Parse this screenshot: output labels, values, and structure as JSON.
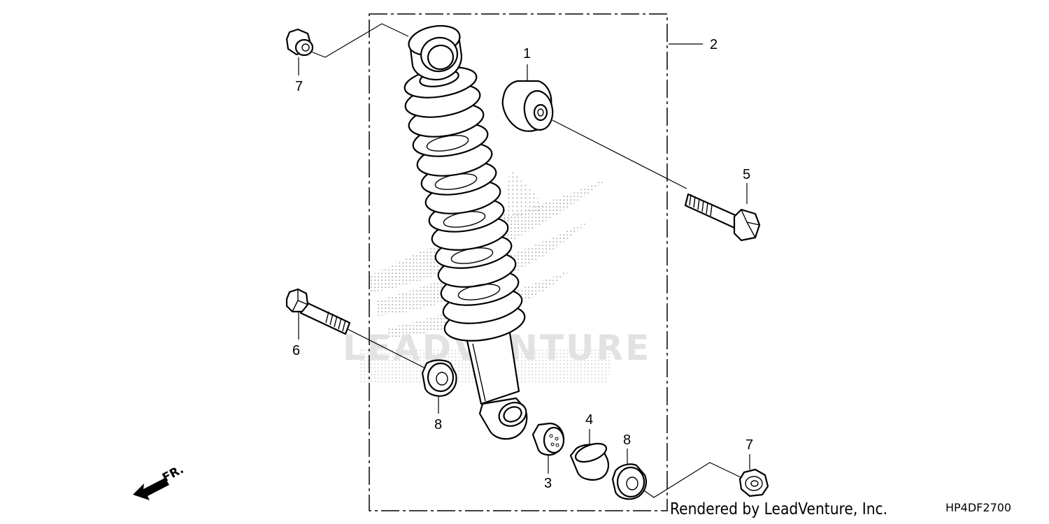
{
  "diagram": {
    "watermark_text": "LEADVENTURE",
    "brand_logo": "honda-wing-logo",
    "direction_indicator": "FR.",
    "callouts": [
      "1",
      "2",
      "3",
      "4",
      "5",
      "6",
      "7",
      "7",
      "8",
      "8"
    ]
  },
  "footer": {
    "credit": "Rendered by LeadVenture, Inc.",
    "diagram_code": "HP4DF2700"
  }
}
